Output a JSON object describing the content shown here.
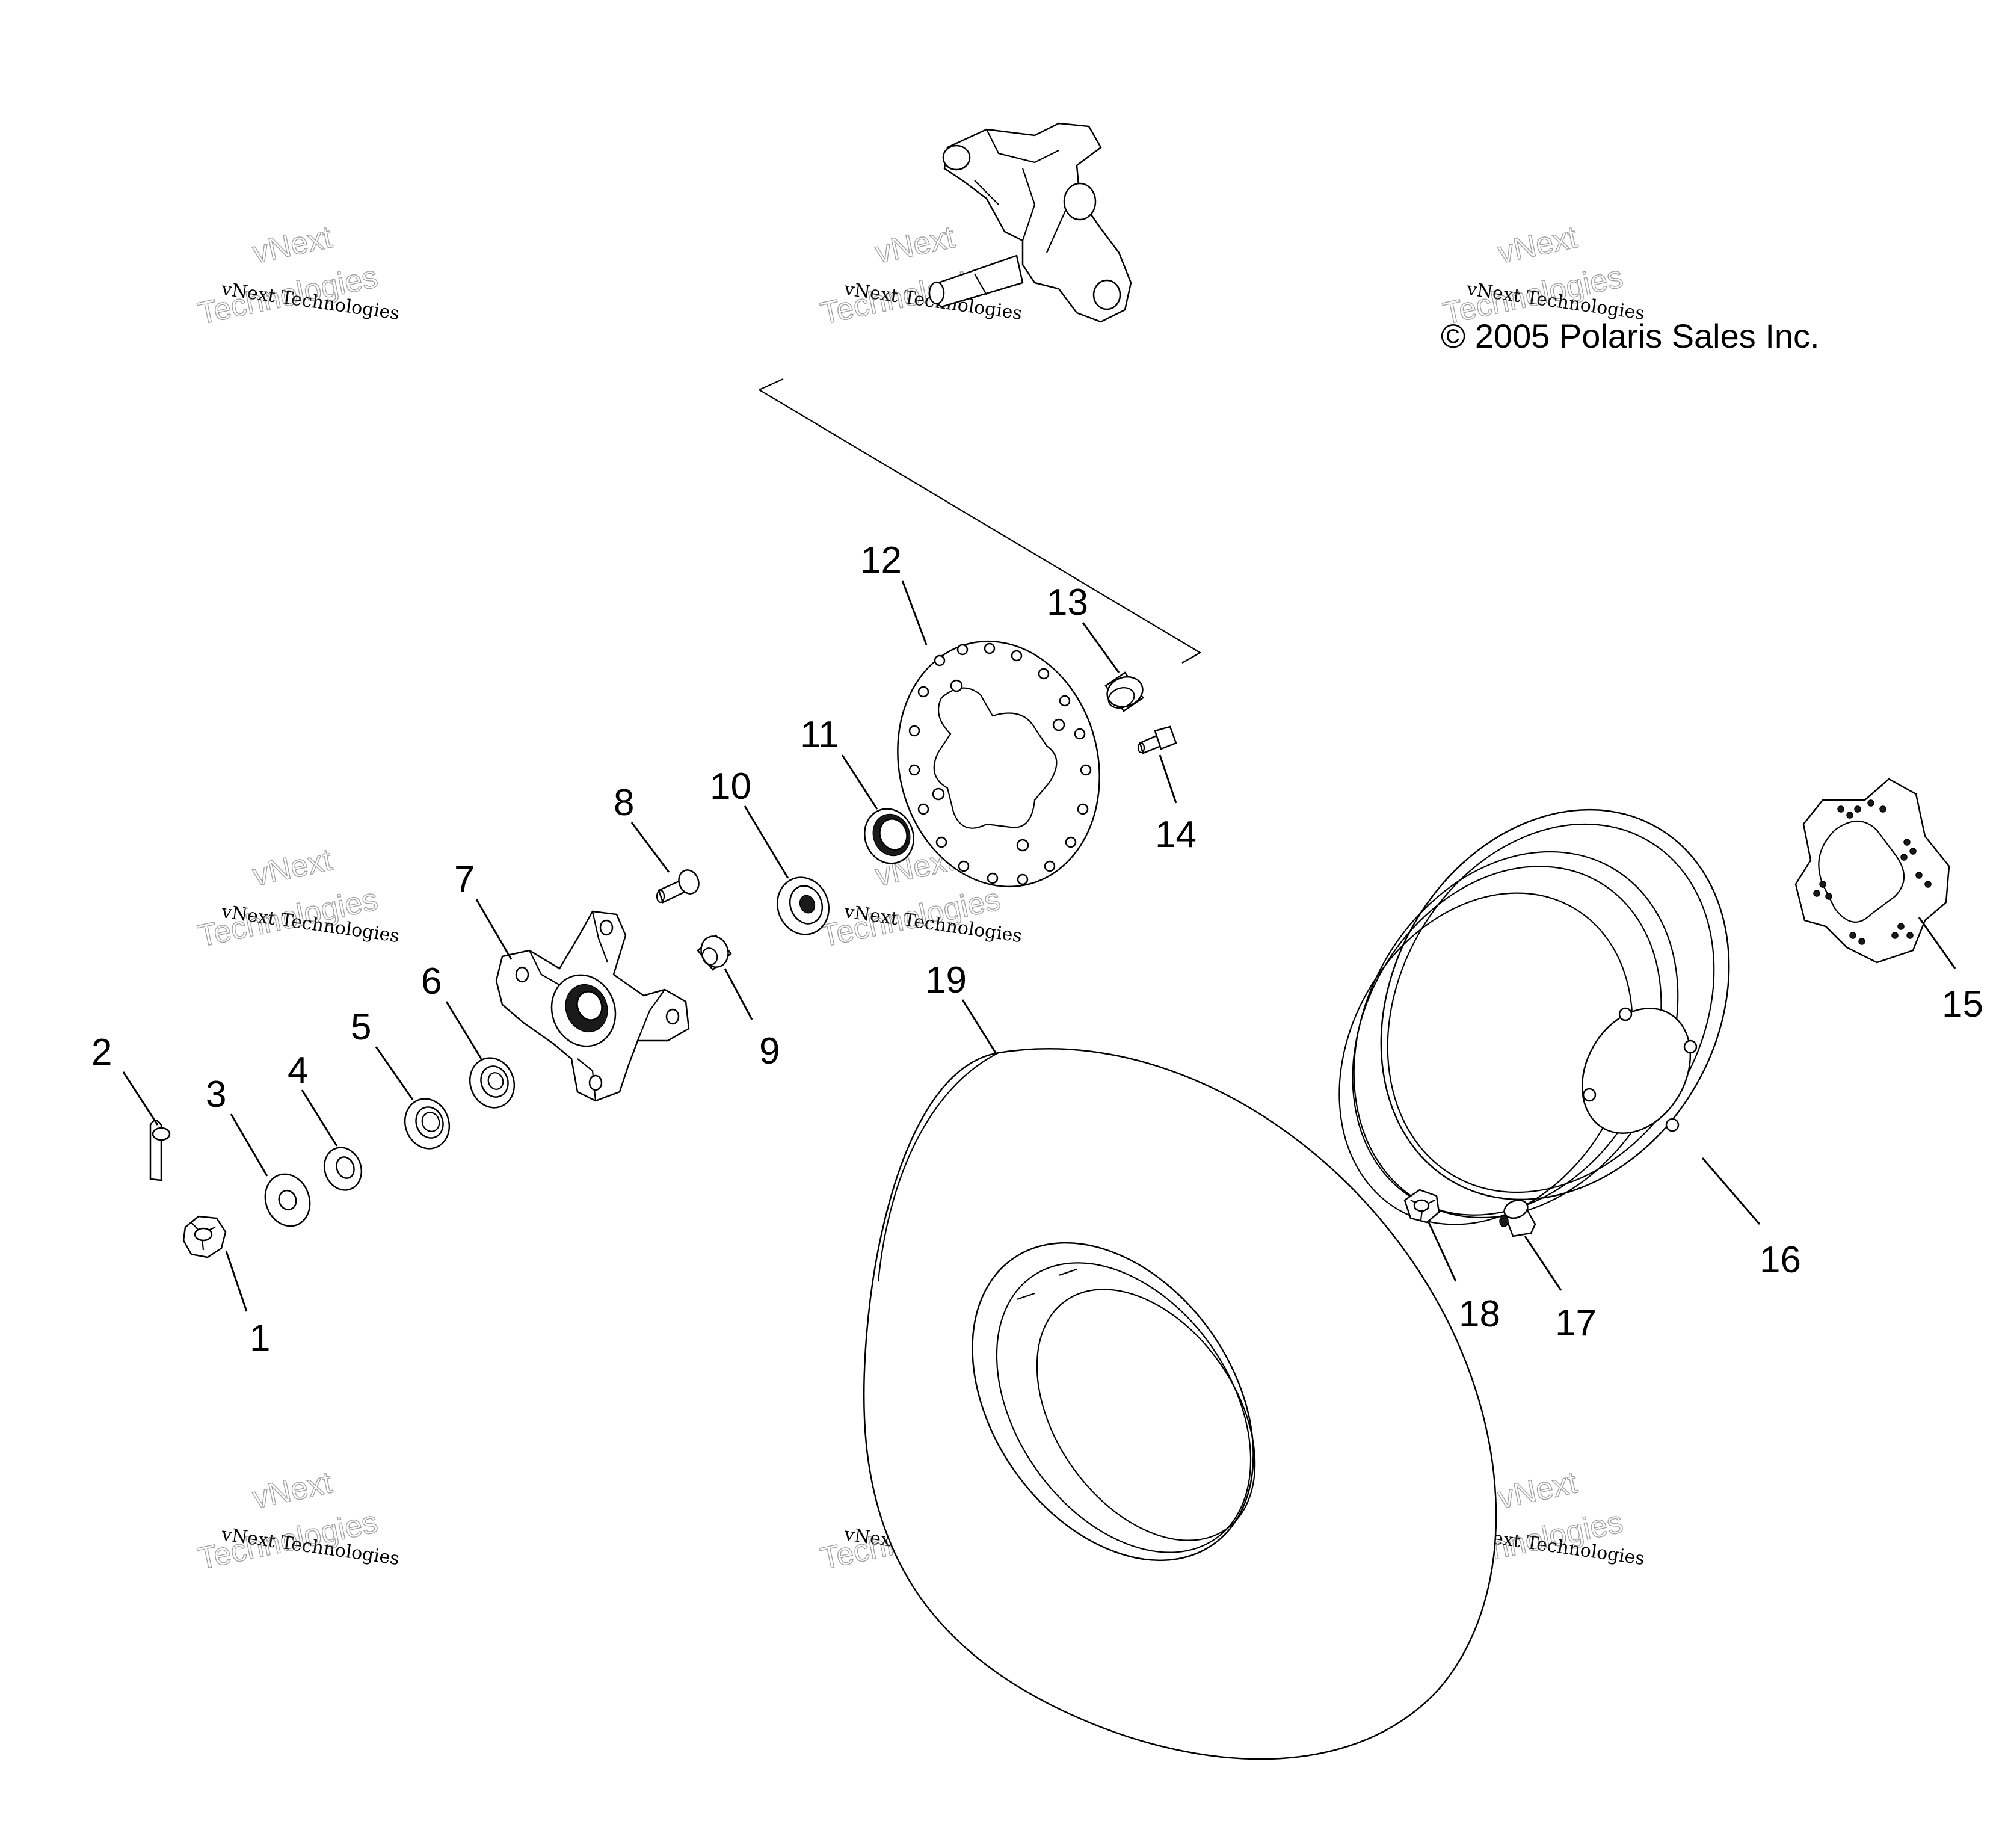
{
  "copyright": "© 2005 Polaris Sales Inc.",
  "watermark": {
    "line_small": "vNext Technologies",
    "line_big_1": "vNext",
    "line_big_2": "Technologies"
  },
  "callouts": [
    "1",
    "2",
    "3",
    "4",
    "5",
    "6",
    "7",
    "8",
    "9",
    "10",
    "11",
    "12",
    "13",
    "14",
    "15",
    "16",
    "17",
    "18",
    "19"
  ]
}
